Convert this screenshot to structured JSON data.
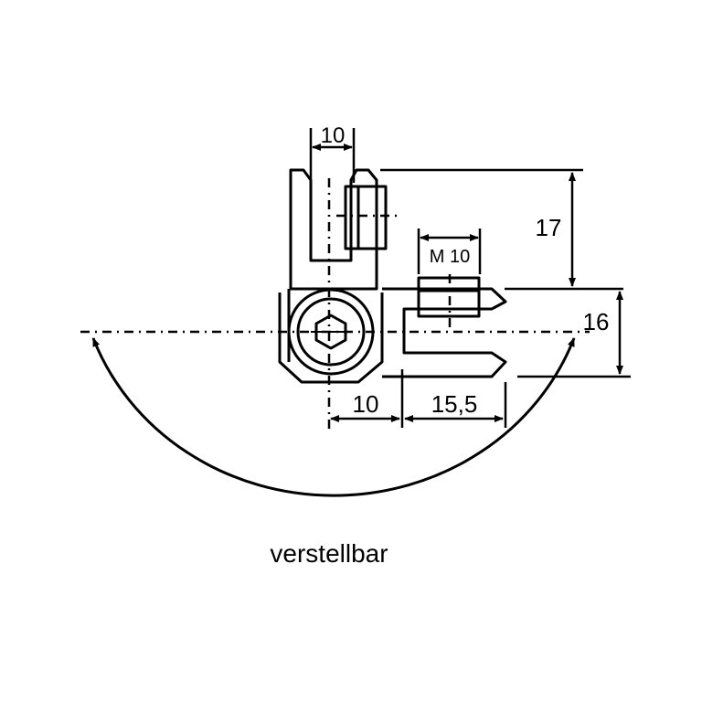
{
  "labels": {
    "top_width": "10",
    "thread": "M 10",
    "height_upper": "17",
    "height_lower": "16",
    "offset_left": "10",
    "offset_right": "15,5",
    "adjustable": "verstellbar"
  },
  "colors": {
    "stroke": "#000000",
    "background": "#ffffff"
  }
}
